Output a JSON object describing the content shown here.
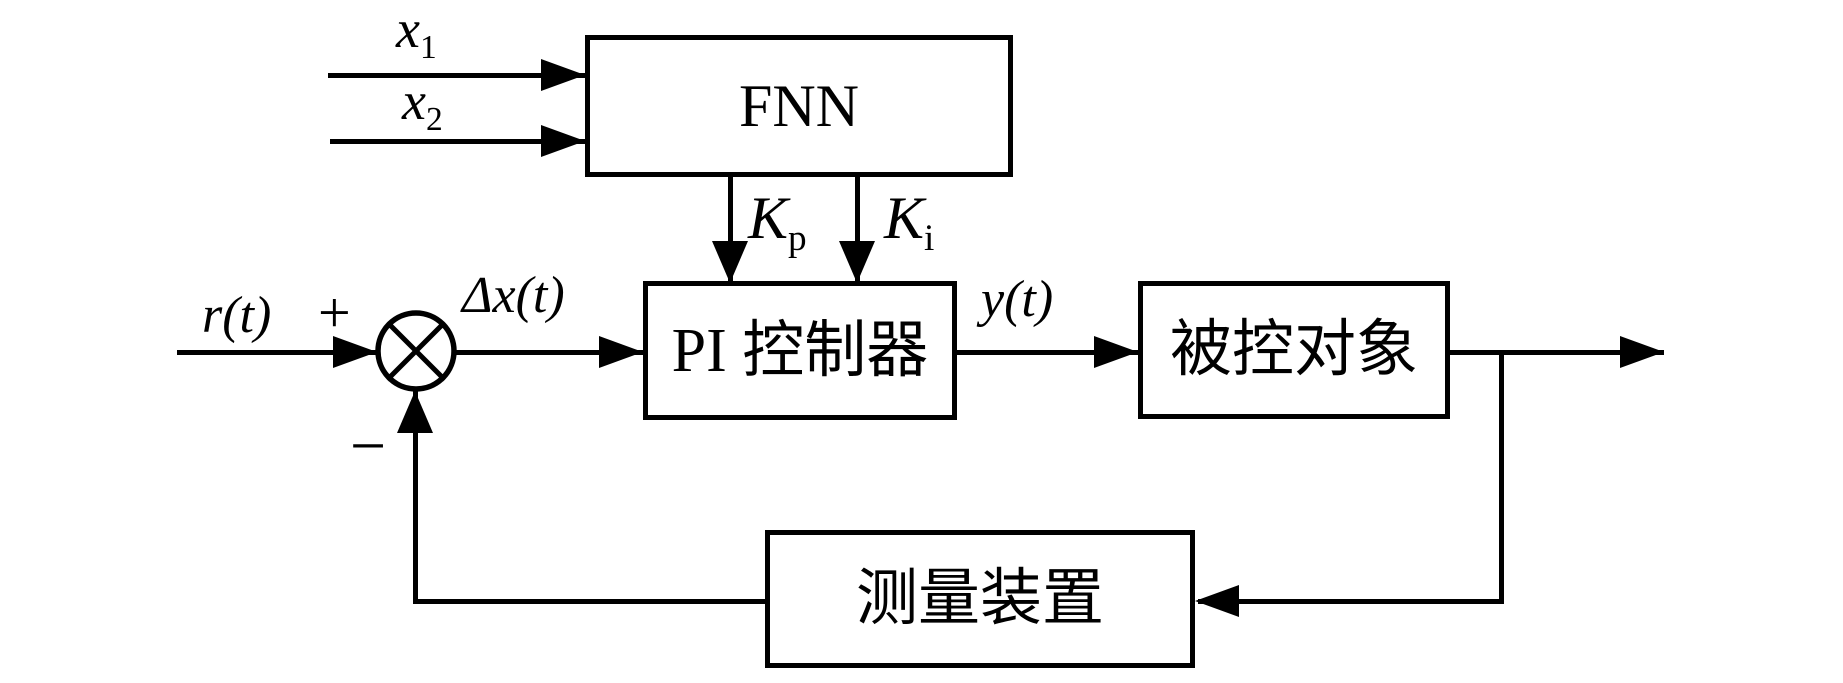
{
  "blocks": {
    "fnn": {
      "label": "FNN"
    },
    "pi": {
      "label": "PI 控制器"
    },
    "plant": {
      "label": "被控对象"
    },
    "sensor": {
      "label": "测量装置"
    }
  },
  "signals": {
    "x1": {
      "base": "x",
      "sub": "1"
    },
    "x2": {
      "base": "x",
      "sub": "2"
    },
    "kp": {
      "base": "K",
      "sub": "p"
    },
    "ki": {
      "base": "K",
      "sub": "i"
    },
    "r": "r(t)",
    "dx": "Δx(t)",
    "y": "y(t)",
    "plus": "+",
    "minus": "−"
  },
  "colors": {
    "line": "#000000",
    "background": "#ffffff"
  }
}
